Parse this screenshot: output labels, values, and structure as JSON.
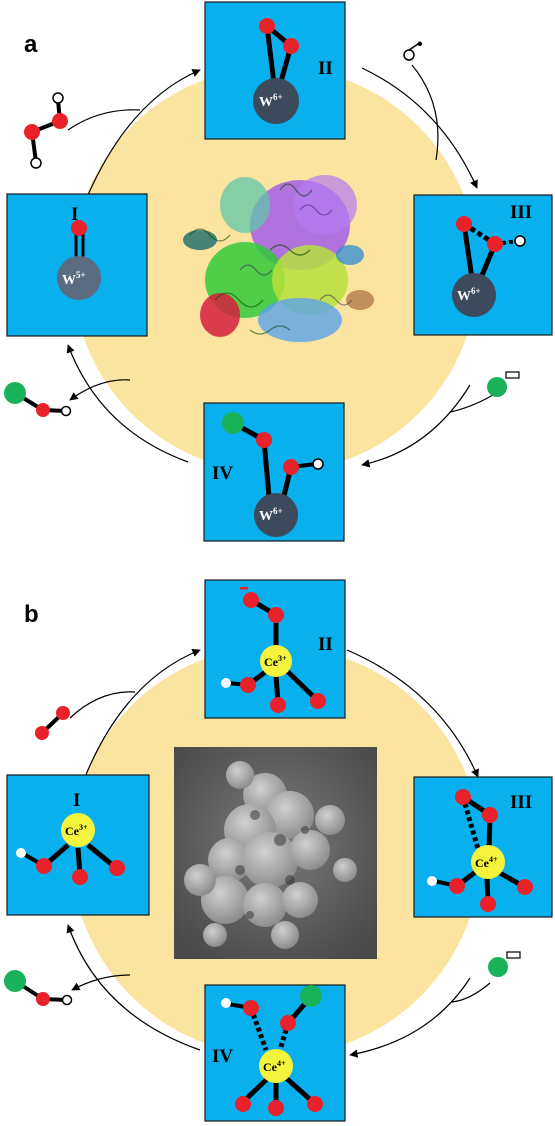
{
  "panels": [
    {
      "label": "a",
      "center_image": "protein-ribbon-structure",
      "states": [
        {
          "numeral": "I",
          "metal": "W",
          "charge": "5+"
        },
        {
          "numeral": "II",
          "metal": "W",
          "charge": "6+"
        },
        {
          "numeral": "III",
          "metal": "W",
          "charge": "6+"
        },
        {
          "numeral": "IV",
          "metal": "W",
          "charge": "6+"
        }
      ],
      "anion_charge": "−",
      "radical_mark": "•"
    },
    {
      "label": "b",
      "center_image": "sem-micrograph",
      "states": [
        {
          "numeral": "I",
          "metal": "Ce",
          "charge": "3+"
        },
        {
          "numeral": "II",
          "metal": "Ce",
          "charge": "3+"
        },
        {
          "numeral": "III",
          "metal": "Ce",
          "charge": "4+"
        },
        {
          "numeral": "IV",
          "metal": "Ce",
          "charge": "4+"
        }
      ],
      "anion_charge": "−",
      "superoxide_charge": "−"
    }
  ],
  "colors": {
    "cycle_fill": "#fbe3a0",
    "box_fill": "#08b0ee",
    "oxygen": "#e8212a",
    "chlorine": "#19b25a",
    "tungsten": "#3d4a5c",
    "tungsten_v": "#5b6b80",
    "cerium": "#f4f43c",
    "hydrogen": "#ffffff"
  }
}
